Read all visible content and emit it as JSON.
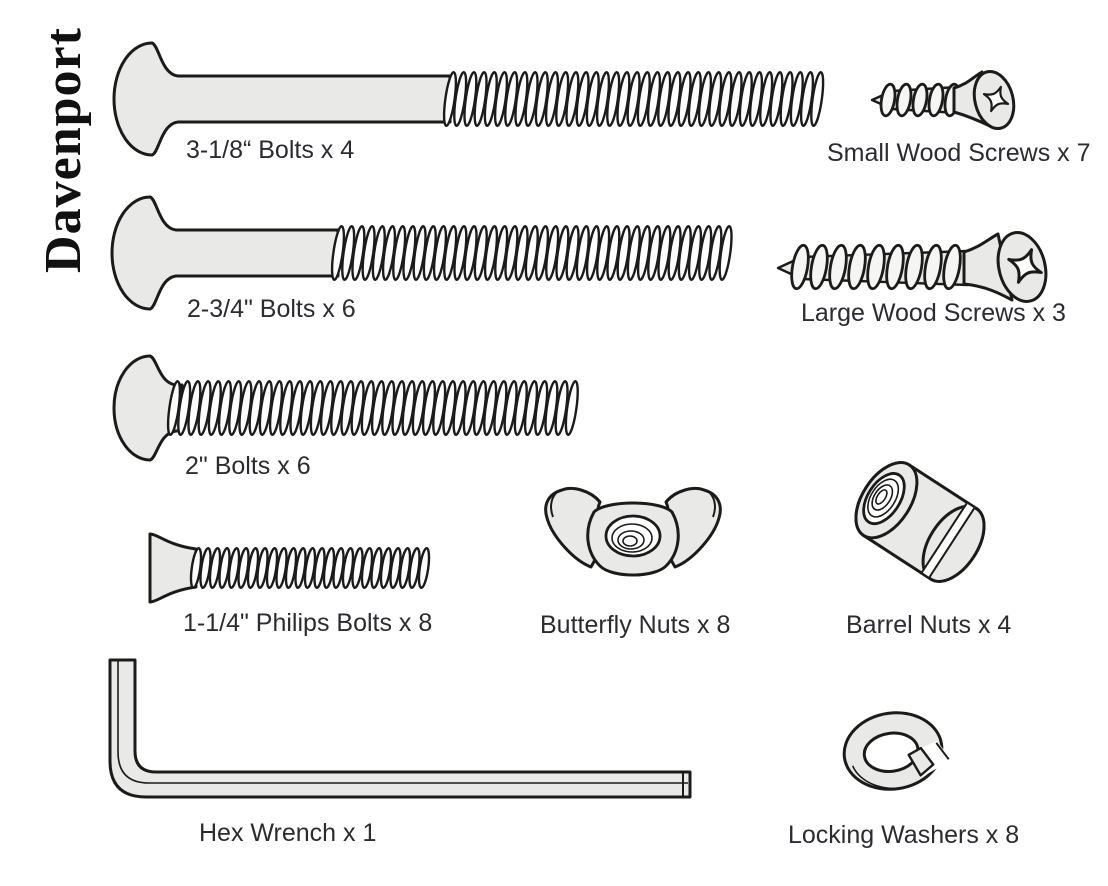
{
  "title": "Davenport",
  "colors": {
    "background": "#ffffff",
    "outline_ink": "#1b1b1b",
    "part_fill": "#e9e9e7",
    "label_text": "#2b2b31"
  },
  "parts": [
    {
      "name": "bolt-3-1-8",
      "label": "3-1/8“ Bolts x 4"
    },
    {
      "name": "small-wood-screws",
      "label": "Small Wood Screws x 7"
    },
    {
      "name": "bolt-2-3-4",
      "label": "2-3/4\" Bolts x 6"
    },
    {
      "name": "large-wood-screws",
      "label": "Large Wood Screws x 3"
    },
    {
      "name": "bolt-2",
      "label": "2\" Bolts x 6"
    },
    {
      "name": "philips-bolts",
      "label": "1-1/4\" Philips Bolts x 8"
    },
    {
      "name": "butterfly-nuts",
      "label": "Butterfly Nuts x 8"
    },
    {
      "name": "barrel-nuts",
      "label": "Barrel Nuts x 4"
    },
    {
      "name": "hex-wrench",
      "label": "Hex Wrench x 1"
    },
    {
      "name": "locking-washers",
      "label": "Locking Washers x 8"
    }
  ]
}
